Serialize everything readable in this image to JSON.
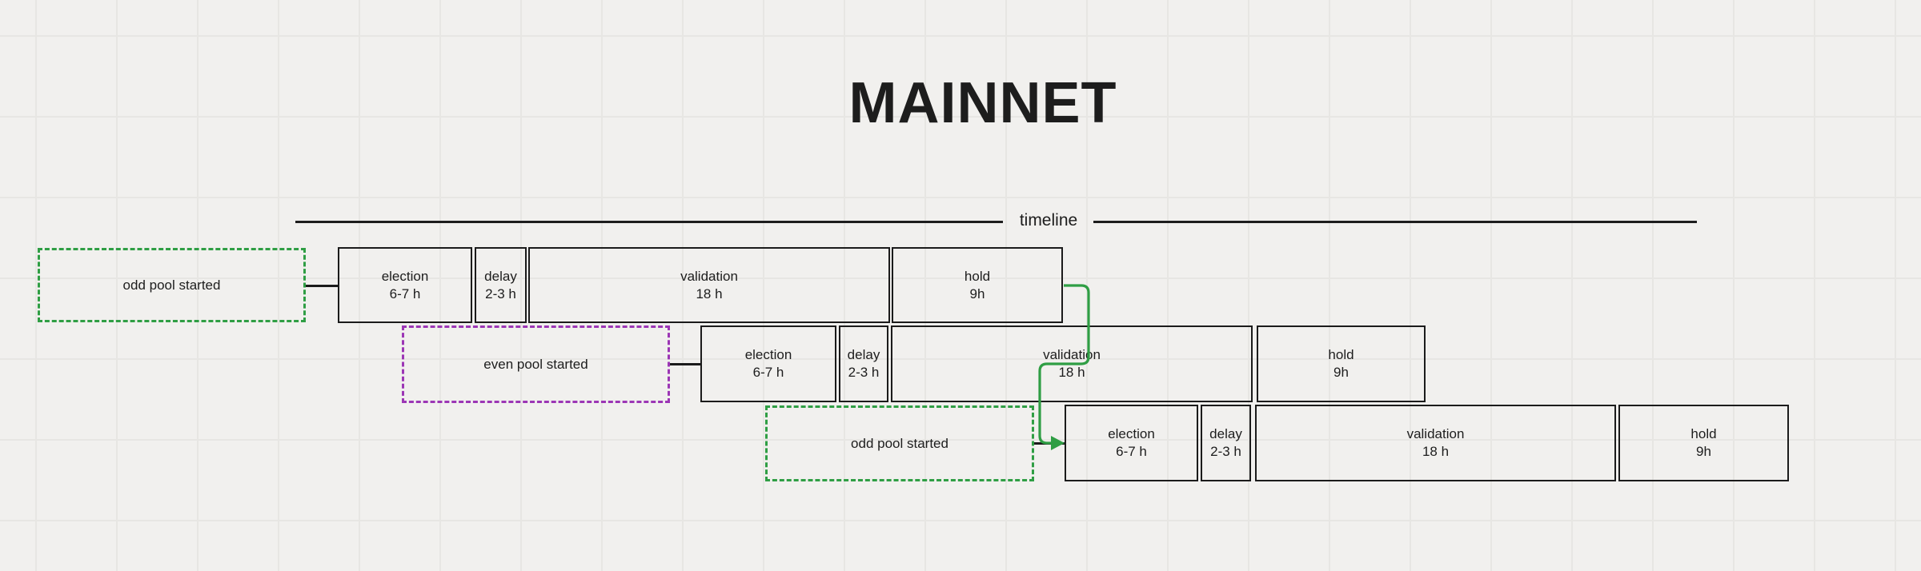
{
  "title": "MAINNET",
  "timeline": {
    "label": "timeline"
  },
  "colors": {
    "green": "#2f9e44",
    "purple": "#9c36b5",
    "ink": "#1d1d1d",
    "background": "#f1f0ee"
  },
  "rows": [
    {
      "trigger": {
        "label": "odd pool started",
        "color": "#2f9e44"
      },
      "phases": [
        {
          "name": "election",
          "duration": "6-7 h"
        },
        {
          "name": "delay",
          "duration": "2-3 h"
        },
        {
          "name": "validation",
          "duration": "18 h"
        },
        {
          "name": "hold",
          "duration": "9h"
        }
      ]
    },
    {
      "trigger": {
        "label": "even pool started",
        "color": "#9c36b5"
      },
      "phases": [
        {
          "name": "election",
          "duration": "6-7 h"
        },
        {
          "name": "delay",
          "duration": "2-3 h"
        },
        {
          "name": "validation",
          "duration": "18 h"
        },
        {
          "name": "hold",
          "duration": "9h"
        }
      ]
    },
    {
      "trigger": {
        "label": "odd pool started",
        "color": "#2f9e44"
      },
      "phases": [
        {
          "name": "election",
          "duration": "6-7 h"
        },
        {
          "name": "delay",
          "duration": "2-3 h"
        },
        {
          "name": "validation",
          "duration": "18 h"
        },
        {
          "name": "hold",
          "duration": "9h"
        }
      ]
    }
  ]
}
